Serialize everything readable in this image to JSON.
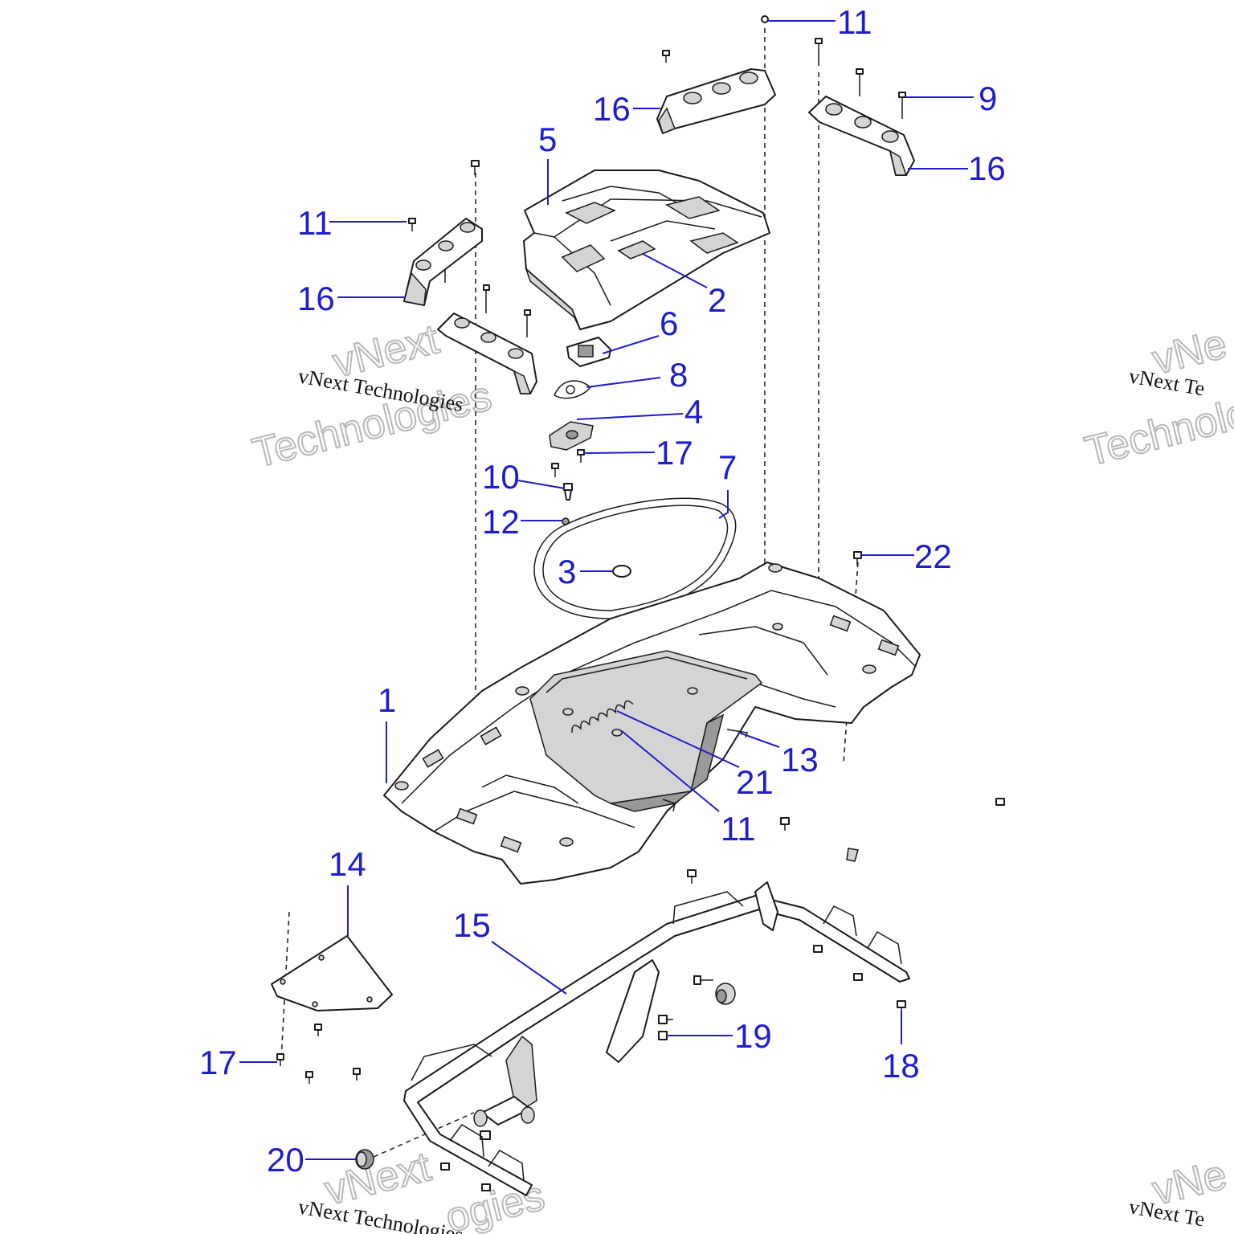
{
  "watermark": {
    "company": "vNext Technologies",
    "line1": "vNext",
    "line2": "Technologies",
    "right_company_partial": "vNext Te",
    "right_line1_partial": "vNe",
    "right_line2_partial": "Technolo",
    "bottom_line2_partial": "ogies",
    "bottom_right_partial": "vNe",
    "bottom_right_company_partial": "vNext Te"
  },
  "callouts": {
    "c11_top": "11",
    "c9": "9",
    "c16_top": "16",
    "c16_right": "16",
    "c5": "5",
    "c11_left": "11",
    "c2": "2",
    "c16_left": "16",
    "c6": "6",
    "c8": "8",
    "c4": "4",
    "c17_mid": "17",
    "c7": "7",
    "c10": "10",
    "c12": "12",
    "c22": "22",
    "c3": "3",
    "c1": "1",
    "c13": "13",
    "c21": "21",
    "c11_bottom": "11",
    "c14": "14",
    "c15": "15",
    "c19": "19",
    "c17_left": "17",
    "c18": "18",
    "c20": "20"
  },
  "colors": {
    "callout": "#1d1dcc",
    "line": "#1a1a1a",
    "shade": "#d4d4d4"
  }
}
